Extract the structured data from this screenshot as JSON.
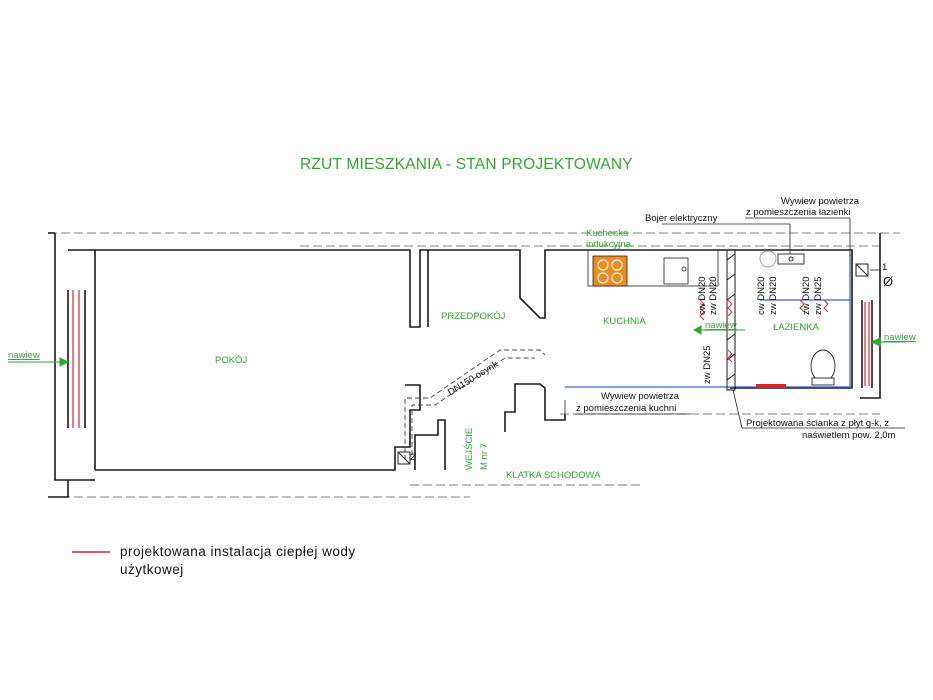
{
  "title": "RZUT MIESZKANIA - STAN PROJEKTOWANY",
  "rooms": {
    "pokoj": "POKÓJ",
    "przedpokoj": "PRZEDPOKÓJ",
    "kuchnia": "KUCHNIA",
    "lazienka": "ŁAZIENKA",
    "klatka": "KLATKA  SCHODOWA"
  },
  "entrance": {
    "line1": "WEJŚCIE",
    "line2": "M  nr  7"
  },
  "labels": {
    "nawiew_left": "nawiew",
    "nawiew_right": "nawiew",
    "nawiew_mid": "nawiew",
    "kuchenka_1": "Kuchenka",
    "kuchenka_2": "indukcyjna",
    "bojler": "Bojer elektryczny",
    "wywiew_laz_1": "Wywiew powietrza",
    "wywiew_laz_2": "z pomieszczenia łazienki",
    "wywiew_kuch_1": "Wywiew powietrza",
    "wywiew_kuch_2": "z pomieszczenia kuchni",
    "scianka_1": "Projektowana ścianka z płyt g-k, z",
    "scianka_2": "naświetlem pow. 2,0m",
    "dn150": "DN150  ocynk",
    "pipe_cw1": "cw  DN20",
    "pipe_zw1": "zw  DN20",
    "pipe_zw_dn25": "zw  DN25",
    "pipe_cw2": "cw  DN20",
    "pipe_zw2": "zw  DN20",
    "pipe_zw3": "zw  DN20",
    "pipe_zw4": "zw  DN25",
    "marker_1": "1",
    "marker_2": "2",
    "diameter": "Ø"
  },
  "legend": {
    "line1": "projektowana  instalacja  ciepłej  wody",
    "line2": "użytkowej"
  },
  "colors": {
    "green": "#2fa82f",
    "red_pipe": "#d9252a",
    "blue_pipe": "#3b63d9",
    "wall": "#1a1a1a",
    "stove": "#f08a1c"
  }
}
